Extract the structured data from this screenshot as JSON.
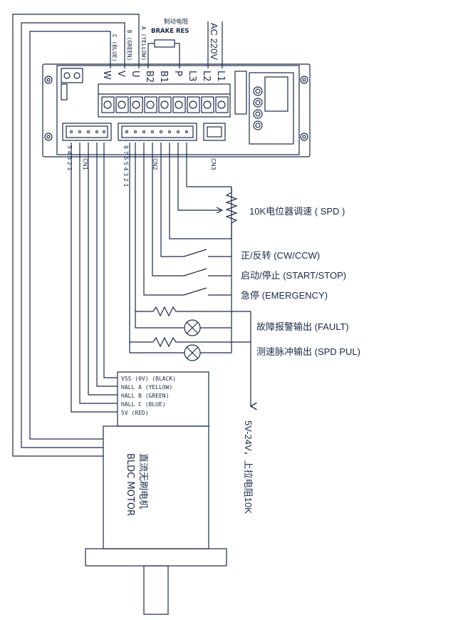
{
  "brake": {
    "cn": "制动电阻",
    "en": "BRAKE RES"
  },
  "ac_label": "AC 220V",
  "phase_wires": {
    "a": "A (YELLOW)",
    "b": "B (GREEN)",
    "c": "C (BLUE)"
  },
  "terminals": [
    "W",
    "V",
    "U",
    "B2",
    "B1",
    "P",
    "L3",
    "L2",
    "L1"
  ],
  "connectors": {
    "cn1": "CN1",
    "cn2": "CN2",
    "cn3": "CN3",
    "cn1_pins": "5 4 3 2 1",
    "cn2_pins": "8 7 6 5 4 3 2 1"
  },
  "labels": {
    "spd": "10K电位器调速  ( SPD )",
    "cw": "正/反转 (CW/CCW)",
    "start": "启动/停止 (START/STOP)",
    "emg": "急停 (EMERGENCY)",
    "fault": "故障报警输出 (FAULT)",
    "spdpul": "测速脉冲输出 (SPD PUL)",
    "pullup": "5V-24V，上拉电阻10K"
  },
  "hall": [
    "VSS (0V) (BLACK)",
    "HALL A (YELLOW)",
    "HALL B (GREEN)",
    "HALL C (BLUE)",
    "5V (RED)"
  ],
  "motor": {
    "cn": "直流无刷电机",
    "en": "BLDC MOTOR"
  }
}
